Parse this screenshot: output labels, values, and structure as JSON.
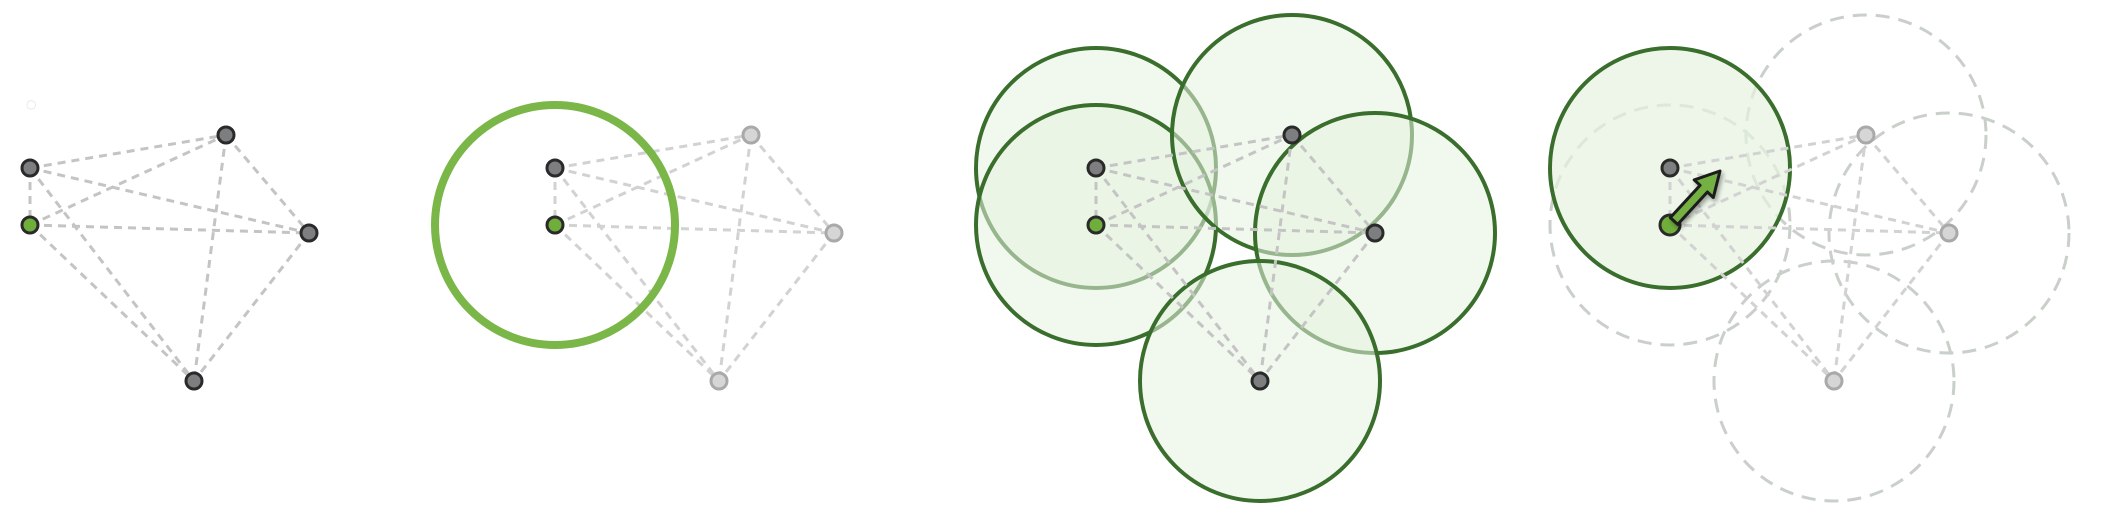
{
  "marker_text": "○",
  "colors": {
    "node_fill": "#7c7e7f",
    "node_stroke": "#2a2a2a",
    "node_faded_fill": "#d6d6d6",
    "node_faded_stroke": "#a9a9a9",
    "source_fill": "#6fae3b",
    "edge": "#c4c4c4",
    "ring": "#7ab648",
    "range_stroke": "#3a6e2c",
    "range_fill": "#e6f2e0",
    "dashed_range": "#c9cfc9",
    "arrow_fill": "#74b142",
    "arrow_stroke": "#1f1f1f"
  },
  "panels": [
    {
      "id": "panel-1",
      "variant": "graph"
    },
    {
      "id": "panel-2",
      "variant": "single-range"
    },
    {
      "id": "panel-3",
      "variant": "all-ranges"
    },
    {
      "id": "panel-4",
      "variant": "move-step"
    }
  ]
}
